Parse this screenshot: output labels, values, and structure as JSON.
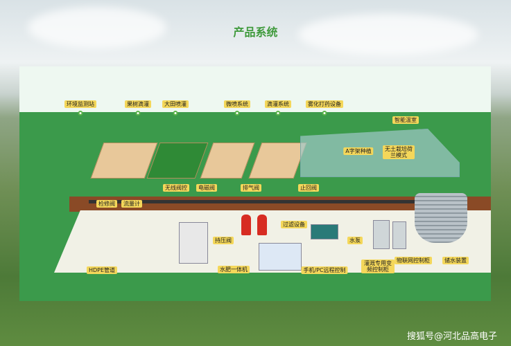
{
  "title": "产品系统",
  "labels": {
    "env_station": "环境监测站",
    "orchard_drip": "果树滴灌",
    "field_sprinkler": "大田喷灌",
    "micro_spray": "微喷系统",
    "drip_system": "滴灌系统",
    "spray_equipment": "雾化打药设备",
    "smart_greenhouse": "智能温室",
    "a_frame": "A字架种植",
    "soilless": "无土栽培荷兰模式",
    "wireless_valve": "无线阀控",
    "solenoid_valve": "电磁阀",
    "exhaust_valve": "排气阀",
    "check_valve": "止回阀",
    "service_valve": "检修阀",
    "flow_meter": "流量计",
    "filter": "过滤设备",
    "pressure_valve": "持压阀",
    "pump": "水泵",
    "hdpe": "HDPE管道",
    "fertigation": "水肥一体机",
    "remote": "手机/PC远程控制",
    "vfd_cabinet": "灌溉专用变频控制柜",
    "iot_cabinet": "物联网控制柜",
    "storage": "储水装置"
  },
  "watermark": "搜狐号@河北品高电子"
}
